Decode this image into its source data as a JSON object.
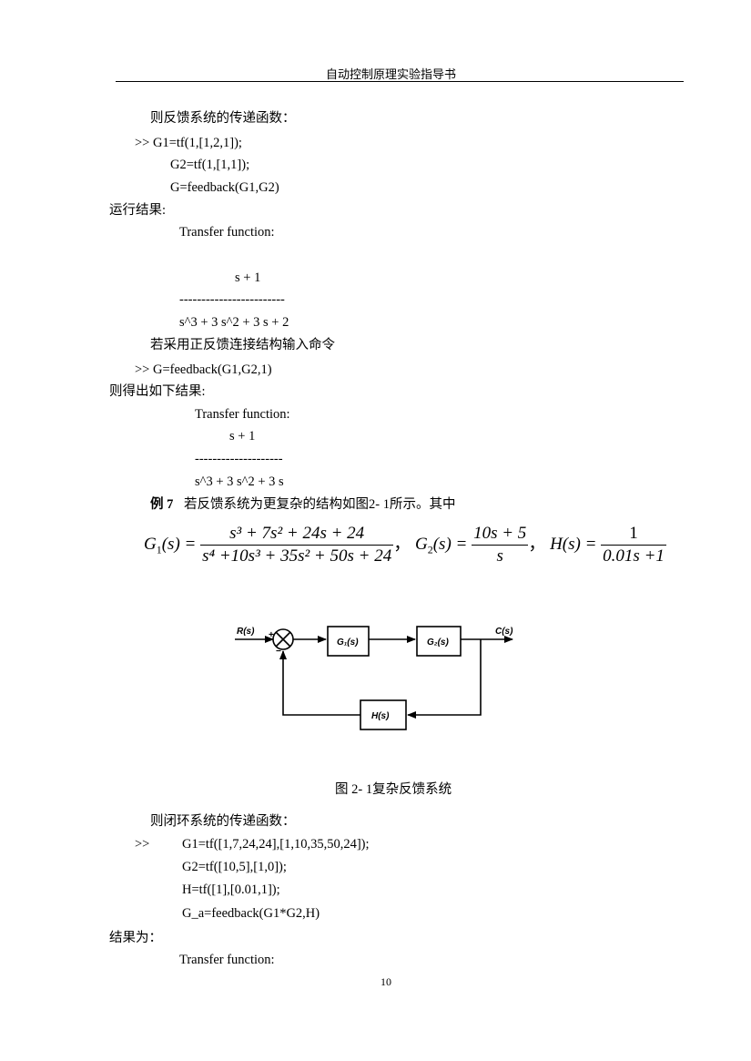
{
  "header": {
    "title": "自动控制原理实验指导书"
  },
  "lines": [
    "则反馈系统的传递函数：",
    ">> G1=tf(1,[1,2,1]);",
    "G2=tf(1,[1,1]);",
    "G=feedback(G1,G2)",
    "运行结果:",
    "Transfer function:",
    "s + 1",
    "------------------------",
    "s^3 + 3 s^2 + 3 s + 2",
    "若采用正反馈连接结构输入命令",
    ">> G=feedback(G1,G2,1)",
    "则得出如下结果:",
    "Transfer function:",
    "s + 1",
    "--------------------",
    "s^3 + 3 s^2 + 3 s"
  ],
  "example": {
    "label": "例 7",
    "text": "若反馈系统为更复杂的结构如图2- 1所示。其中"
  },
  "equation": {
    "g1_lhs": "G",
    "g1_sub": "1",
    "arg": "(s) =",
    "g1_num": "s³ + 7s² + 24s + 24",
    "g1_den": "s⁴ +10s³ + 35s² + 50s + 24",
    "sep1": "，",
    "g2_lhs": "G",
    "g2_sub": "2",
    "g2_num": "10s + 5",
    "g2_den": "s",
    "sep2": "，",
    "h_lhs": "H(s) =",
    "h_num": "1",
    "h_den": "0.01s +1"
  },
  "diagram": {
    "input_label": "R(s)",
    "output_label": "C(s)",
    "plus": "+",
    "minus": "−",
    "block1": "G₁(s)",
    "block2": "G₂(s)",
    "block3": "H(s)"
  },
  "caption": "图 2- 1复杂反馈系统",
  "lines2": [
    "则闭环系统的传递函数：",
    ">>",
    "G1=tf([1,7,24,24],[1,10,35,50,24]);",
    "G2=tf([10,5],[1,0]);",
    "H=tf([1],[0.01,1]);",
    "G_a=feedback(G1*G2,H)",
    "结果为：",
    "Transfer function:"
  ],
  "page_number": "10"
}
